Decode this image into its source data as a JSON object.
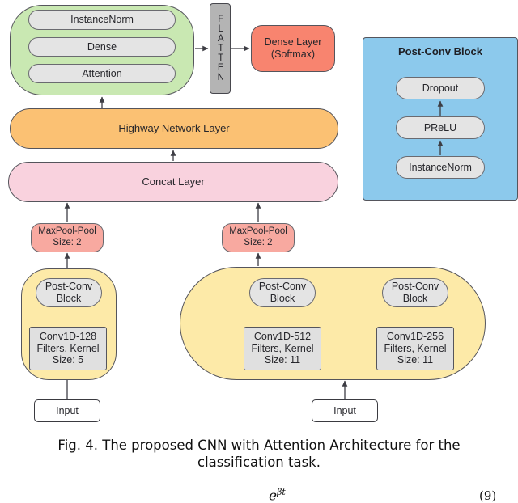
{
  "figure": {
    "top_block": {
      "name": "attention-head-group",
      "color": "#c9e8b2",
      "items": [
        {
          "label": "InstanceNorm"
        },
        {
          "label": "Dense"
        },
        {
          "label": "Attention"
        }
      ]
    },
    "flatten": {
      "label": "FLATTEN",
      "color": "#b4b4b4"
    },
    "output": {
      "label": "Dense Layer\n(Softmax)",
      "line1": "Dense Layer",
      "line2": "(Softmax)",
      "color": "#f8846f"
    },
    "highway": {
      "label": "Highway Network Layer",
      "color": "#fbc173"
    },
    "concat": {
      "label": "Concat Layer",
      "color": "#f9d2de"
    },
    "pools": [
      {
        "line1": "MaxPool-Pool",
        "line2": "Size: 2",
        "color": "#f8a9a0"
      },
      {
        "line1": "MaxPool-Pool",
        "line2": "Size: 2",
        "color": "#f8a9a0"
      }
    ],
    "post_conv_blocks": [
      {
        "line1": "Post-Conv",
        "line2": "Block"
      },
      {
        "line1": "Post-Conv",
        "line2": "Block"
      },
      {
        "line1": "Post-Conv",
        "line2": "Block"
      }
    ],
    "convs": [
      {
        "line1": "Conv1D-128",
        "line2": "Filters, Kernel",
        "line3": "Size: 5"
      },
      {
        "line1": "Conv1D-512",
        "line2": "Filters, Kernel",
        "line3": "Size: 11"
      },
      {
        "line1": "Conv1D-256",
        "line2": "Filters, Kernel",
        "line3": "Size: 11"
      }
    ],
    "inputs": [
      {
        "label": "Input"
      },
      {
        "label": "Input"
      }
    ],
    "branch_color": "#fdeaa8"
  },
  "legend": {
    "title": "Post-Conv Block",
    "color": "#8cc9ec",
    "items": [
      {
        "label": "Dropout"
      },
      {
        "label": "PReLU"
      },
      {
        "label": "InstanceNorm"
      }
    ]
  },
  "caption": {
    "line1": "Fig. 4. The proposed CNN with Attention Architecture for the",
    "line2": "classification task."
  },
  "formula": {
    "expression": "e",
    "exponent": "βt",
    "number": "(9)"
  }
}
